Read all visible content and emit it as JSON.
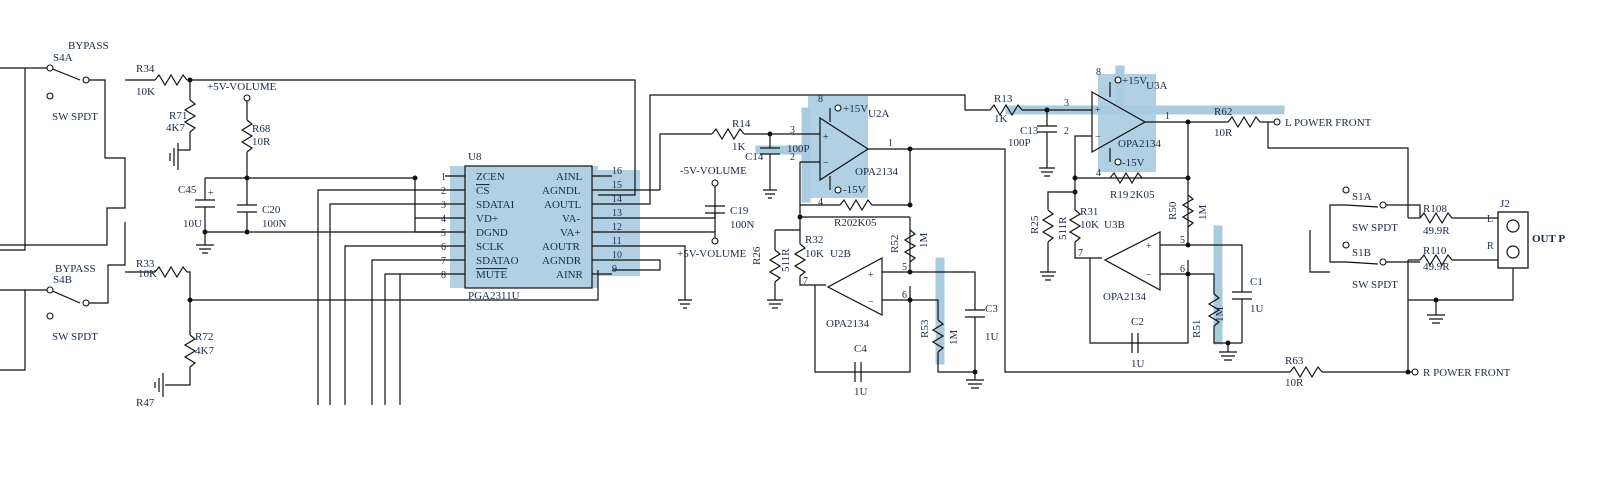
{
  "labels": {
    "bypass_top": "BYPASS",
    "s4a": "S4A",
    "sw_spdt_1": "SW SPDT",
    "bypass_bottom": "BYPASS",
    "s4b": "S4B",
    "sw_spdt_2": "SW SPDT",
    "r34": "R34",
    "r34_val": "10K",
    "r71": "R71",
    "r71_val": "4K7",
    "vol_p5": "+5V-VOLUME",
    "r68": "R68",
    "r68_val": "10R",
    "c45": "C45",
    "c45_val": "10U",
    "c20": "C20",
    "c20_val": "100N",
    "r33": "R33",
    "r33_val": "10K",
    "r72": "R72",
    "r72_val": "4K7",
    "r47": "R47",
    "u8": "U8",
    "u8_part": "PGA2311U",
    "pin_zcen": "ZCEN",
    "pin_cs": "CS",
    "pin_sdatai": "SDATAI",
    "pin_vdp": "VD+",
    "pin_dgnd": "DGND",
    "pin_sclk": "SCLK",
    "pin_sdatao": "SDATAO",
    "pin_mute": "MUTE",
    "pin_ainl": "AINL",
    "pin_agndl": "AGNDL",
    "pin_aoutl": "AOUTL",
    "pin_vam": "VA-",
    "pin_vap": "VA+",
    "pin_aoutr": "AOUTR",
    "pin_agndr": "AGNDR",
    "pin_ainr": "AINR",
    "n1": "1",
    "n2": "2",
    "n3": "3",
    "n4": "4",
    "n5": "5",
    "n6": "6",
    "n7": "7",
    "n8": "8",
    "n9": "9",
    "n10": "10",
    "n11": "11",
    "n12": "12",
    "n13": "13",
    "n14": "14",
    "n15": "15",
    "n16": "16",
    "vol_m5": "-5V-VOLUME",
    "c19": "C19",
    "c19_val": "100N",
    "vol_p5b": "+5V-VOLUME",
    "r14": "R14",
    "r14_val": "1K",
    "c14": "C14",
    "c14_val": "100P",
    "u2a_p15": "+15V",
    "u2a": "U2A",
    "u2a_m15": "-15V",
    "u2a_part": "OPA2134",
    "r20": "R20",
    "r20_val": "2K05",
    "r26": "R26",
    "r26_val": "511R",
    "r32": "R32",
    "r32_val": "10K",
    "u2b": "U2B",
    "u2b_part": "OPA2134",
    "r52": "R52",
    "r52_val": "1M",
    "r53": "R53",
    "r53_val": "1M",
    "c3": "C3",
    "c3_val": "1U",
    "c4": "C4",
    "c4_val": "1U",
    "r13": "R13",
    "r13_val": "1K",
    "c13": "C13",
    "c13_val": "100P",
    "u3a_p15": "+15V",
    "u3a": "U3A",
    "u3a_m15": "-15V",
    "u3a_part": "OPA2134",
    "r62": "R62",
    "r62_val": "10R",
    "l_front": "L POWER FRONT",
    "r19": "R19",
    "r19_val": "2K05",
    "r25": "R25",
    "r25_val": "511R",
    "r31": "R31",
    "r31_val": "10K",
    "u3b": "U3B",
    "u3b_part": "OPA2134",
    "r50": "R50",
    "r50_val": "1M",
    "r51": "R51",
    "r51_val": "1M",
    "c1": "C1",
    "c1_val": "1U",
    "c2": "C2",
    "c2_val": "1U",
    "r63": "R63",
    "r63_val": "10R",
    "r_front": "R POWER FRONT",
    "s1a": "S1A",
    "sw_spdt_3": "SW SPDT",
    "s1b": "S1B",
    "sw_spdt_4": "SW SPDT",
    "r108": "R108",
    "r108_val": "49.9R",
    "r110": "R110",
    "r110_val": "49.9R",
    "j2": "J2",
    "j2_l": "L",
    "j2_r": "R",
    "out": "OUT P"
  }
}
